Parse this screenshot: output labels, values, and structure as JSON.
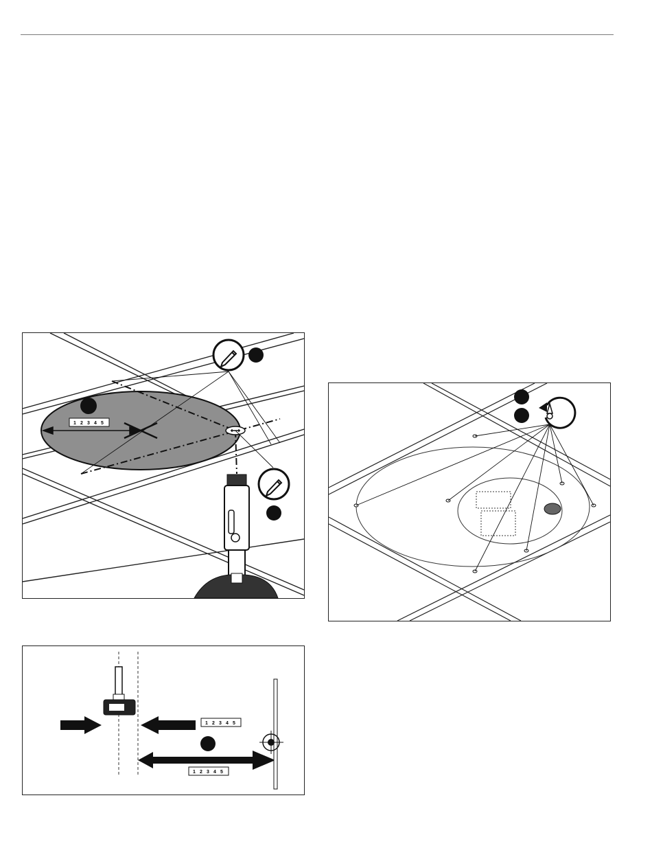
{
  "ruler": {
    "numbers": [
      "1",
      "2",
      "3",
      "4",
      "5"
    ]
  },
  "figure_1": {
    "icons": [
      "pencil-icon",
      "pencil-icon",
      "screw-icon"
    ],
    "callouts": 3
  },
  "figure_2": {
    "icons": [
      "rotate-tighten-icon"
    ],
    "callouts": 2
  },
  "figure_3": {
    "icons": [
      "target-crosshair-icon"
    ],
    "callouts": 1
  }
}
